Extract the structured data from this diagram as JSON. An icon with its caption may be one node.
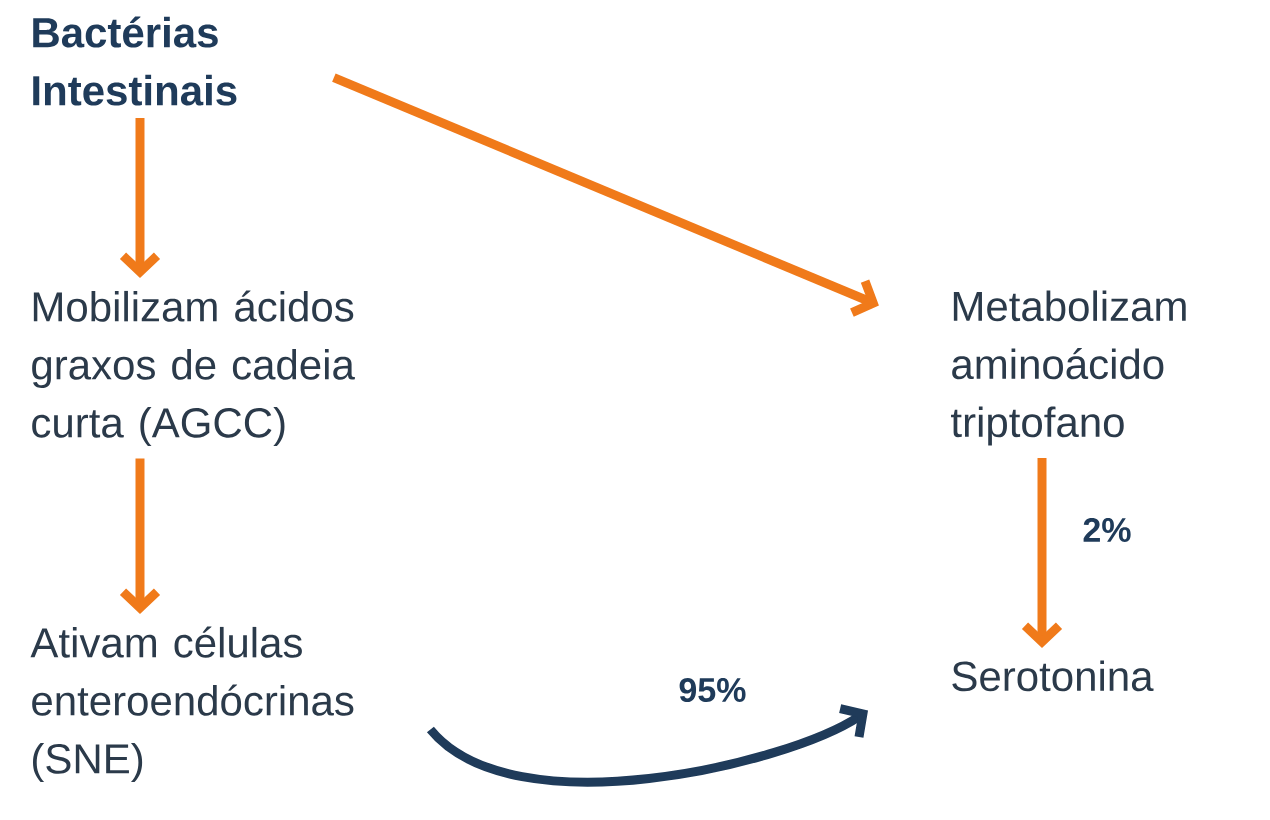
{
  "diagram": {
    "nodes": [
      {
        "text": [
          "Bactérias Intestinais"
        ]
      },
      {
        "text": [
          "Mobilizam ácidos graxos de cadeia curta (AGCC)"
        ]
      },
      {
        "text": [
          "Ativam células enteroendócrinas (SNE)"
        ]
      },
      {
        "text": [
          "Metabolizam aminoácido triptofano"
        ]
      },
      {
        "text": [
          "Serotonina"
        ]
      }
    ],
    "edges": [
      {
        "from": 0,
        "to": 1,
        "arrow": "to"
      },
      {
        "from": 1,
        "to": 2,
        "arrow": "to"
      },
      {
        "from": 0,
        "to": 3,
        "arrow": "to"
      },
      {
        "from": 3,
        "to": 4,
        "arrow": "to",
        "label": "2%"
      },
      {
        "from": 2,
        "to": 4,
        "arrow": "to",
        "label": "95%",
        "color": "#1f3b5a"
      }
    ]
  }
}
